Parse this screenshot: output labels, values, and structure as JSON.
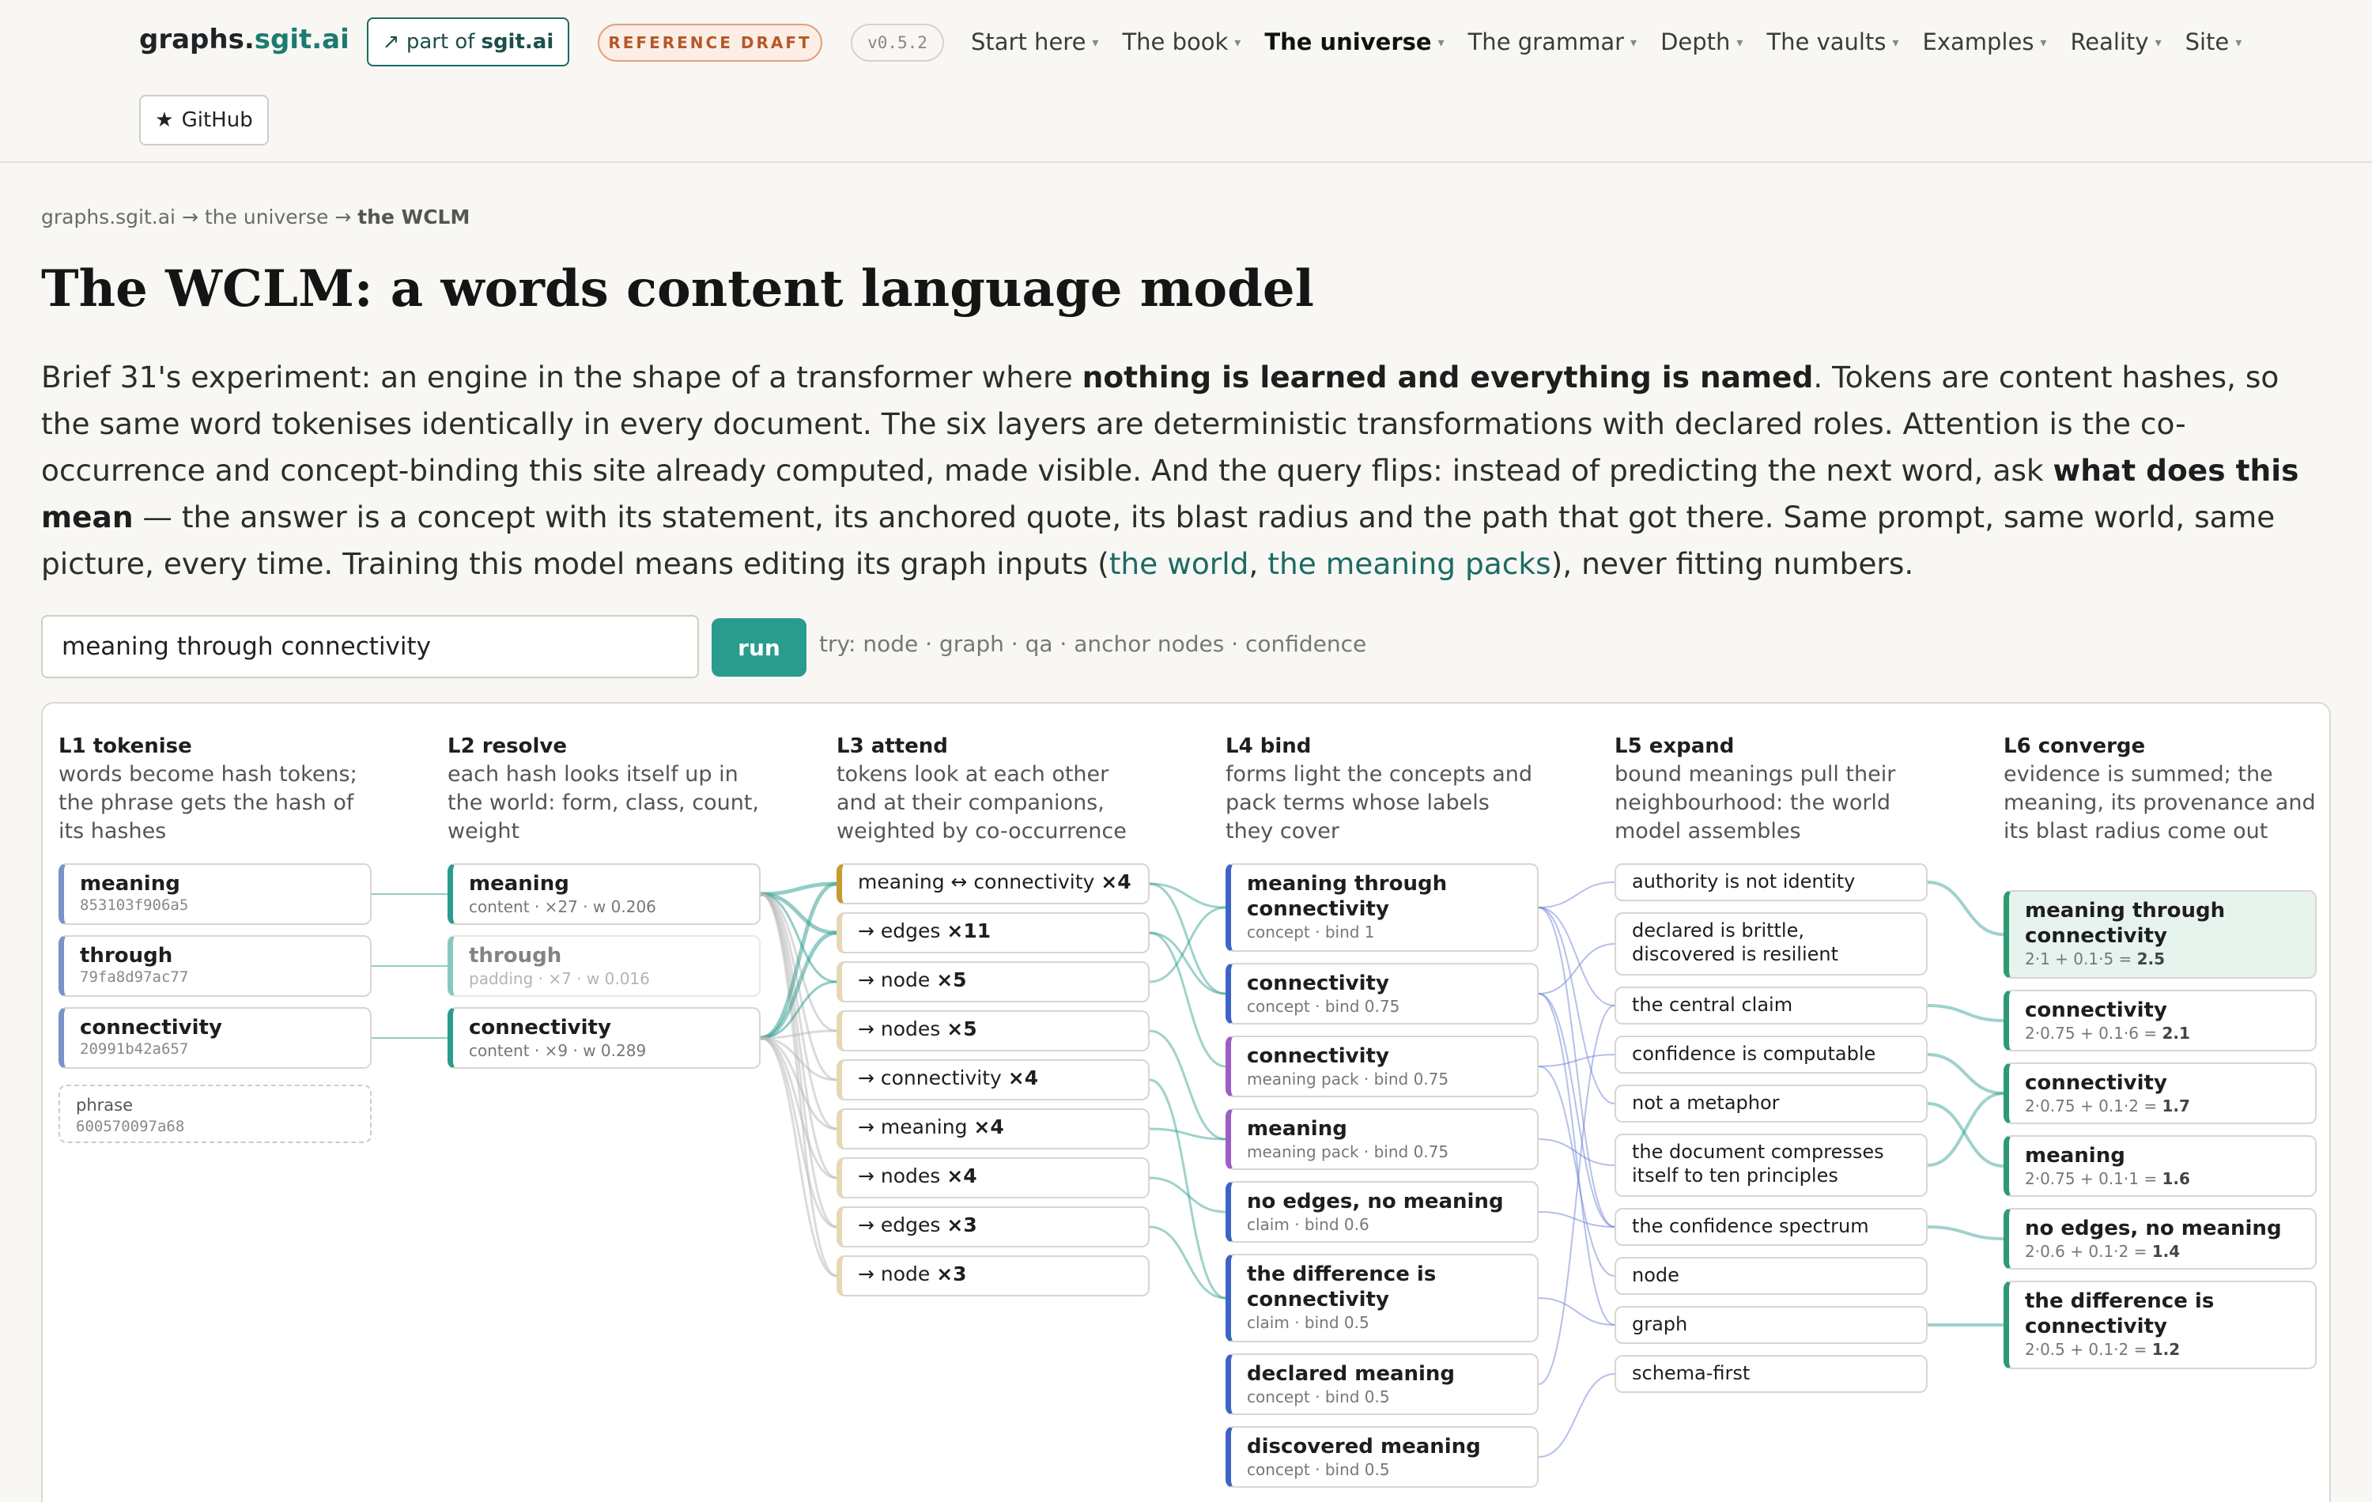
{
  "header": {
    "brand_prefix": "graphs.",
    "brand_domain": "sgit.ai",
    "part_of_prefix": "↗ part of",
    "part_of_site": "sgit.ai",
    "draft_badge": "REFERENCE DRAFT",
    "version": "v0.5.2",
    "nav": [
      "Start here",
      "The book",
      "The universe",
      "The grammar",
      "Depth",
      "The vaults",
      "Examples",
      "Reality",
      "Site"
    ],
    "nav_active": "The universe",
    "github_label": "GitHub"
  },
  "breadcrumb": {
    "part1": "graphs.sgit.ai",
    "sep": "→",
    "part2": "the universe",
    "part3": "the WCLM"
  },
  "page_title": "The WCLM: a words content language model",
  "intro": {
    "t1": "Brief 31's experiment: an engine in the shape of a transformer where ",
    "b1": "nothing is learned and everything is named",
    "t2": ". Tokens are content hashes, so the same word tokenises identically in every document. The six layers are deterministic transformations with declared roles. Attention is the co-occurrence and concept-binding this site already computed, made visible. And the query flips: instead of predicting the next word, ask ",
    "b2": "what does this mean",
    "t3": " — the answer is a concept with its statement, its anchored quote, its blast radius and the path that got there. Same prompt, same world, same picture, every time. Training this model means editing its graph inputs (",
    "link1": "the world",
    "t4": ", ",
    "link2": "the meaning packs",
    "t5": "), never fitting numbers."
  },
  "query": {
    "value": "meaning through connectivity",
    "run_label": "run",
    "try_text": "try: node · graph · qa · anchor nodes · confidence"
  },
  "layers": [
    {
      "title": "L1 tokenise",
      "desc": "words become hash tokens; the phrase gets the hash of its hashes"
    },
    {
      "title": "L2 resolve",
      "desc": "each hash looks itself up in the world: form, class, count, weight"
    },
    {
      "title": "L3 attend",
      "desc": "tokens look at each other and at their companions, weighted by co-occurrence"
    },
    {
      "title": "L4 bind",
      "desc": "forms light the concepts and pack terms whose labels they cover"
    },
    {
      "title": "L5 expand",
      "desc": "bound meanings pull their neighbourhood: the world model assembles"
    },
    {
      "title": "L6 converge",
      "desc": "evidence is summed; the meaning, its provenance and its blast radius come out"
    }
  ],
  "l1": [
    {
      "label": "meaning",
      "hash": "853103f906a5"
    },
    {
      "label": "through",
      "hash": "79fa8d97ac77"
    },
    {
      "label": "connectivity",
      "hash": "20991b42a657"
    }
  ],
  "l1_phrase": {
    "label": "phrase",
    "hash": "600570097a68"
  },
  "l2": [
    {
      "label": "meaning",
      "sub": "content · ×27 · w 0.206"
    },
    {
      "label": "through",
      "sub": "padding · ×7 · w 0.016"
    },
    {
      "label": "connectivity",
      "sub": "content · ×9 · w 0.289"
    }
  ],
  "l3": [
    {
      "label": "meaning ↔ connectivity",
      "count": "×4"
    },
    {
      "label": "→ edges",
      "count": "×11"
    },
    {
      "label": "→ node",
      "count": "×5"
    },
    {
      "label": "→ nodes",
      "count": "×5"
    },
    {
      "label": "→ connectivity",
      "count": "×4"
    },
    {
      "label": "→ meaning",
      "count": "×4"
    },
    {
      "label": "→ nodes",
      "count": "×4"
    },
    {
      "label": "→ edges",
      "count": "×3"
    },
    {
      "label": "→ node",
      "count": "×3"
    }
  ],
  "l4": [
    {
      "label": "meaning through connectivity",
      "sub": "concept · bind 1"
    },
    {
      "label": "connectivity",
      "sub": "concept · bind 0.75"
    },
    {
      "label": "connectivity",
      "sub": "meaning pack · bind 0.75"
    },
    {
      "label": "meaning",
      "sub": "meaning pack · bind 0.75"
    },
    {
      "label": "no edges, no meaning",
      "sub": "claim · bind 0.6"
    },
    {
      "label": "the difference is connectivity",
      "sub": "claim · bind 0.5"
    },
    {
      "label": "declared meaning",
      "sub": "concept · bind 0.5"
    },
    {
      "label": "discovered meaning",
      "sub": "concept · bind 0.5"
    }
  ],
  "l5": [
    "authority is not identity",
    "declared is brittle, discovered is resilient",
    "the central claim",
    "confidence is computable",
    "not a metaphor",
    "the document compresses itself to ten principles",
    "the confidence spectrum",
    "node",
    "graph",
    "schema-first"
  ],
  "l6": [
    {
      "label": "meaning through connectivity",
      "formula": "2·1 + 0.1·5 = ",
      "total": "2.5"
    },
    {
      "label": "connectivity",
      "formula": "2·0.75 + 0.1·6 = ",
      "total": "2.1"
    },
    {
      "label": "connectivity",
      "formula": "2·0.75 + 0.1·2 = ",
      "total": "1.7"
    },
    {
      "label": "meaning",
      "formula": "2·0.75 + 0.1·1 = ",
      "total": "1.6"
    },
    {
      "label": "no edges, no meaning",
      "formula": "2·0.6 + 0.1·2 = ",
      "total": "1.4"
    },
    {
      "label": "the difference is connectivity",
      "formula": "2·0.5 + 0.1·2 = ",
      "total": "1.2"
    }
  ],
  "colors": {
    "teal": "#2a9c8e",
    "concept": "#3d63c6",
    "pack": "#9b5ec4",
    "converge": "#2e9a72",
    "draft": "#b4582a"
  }
}
